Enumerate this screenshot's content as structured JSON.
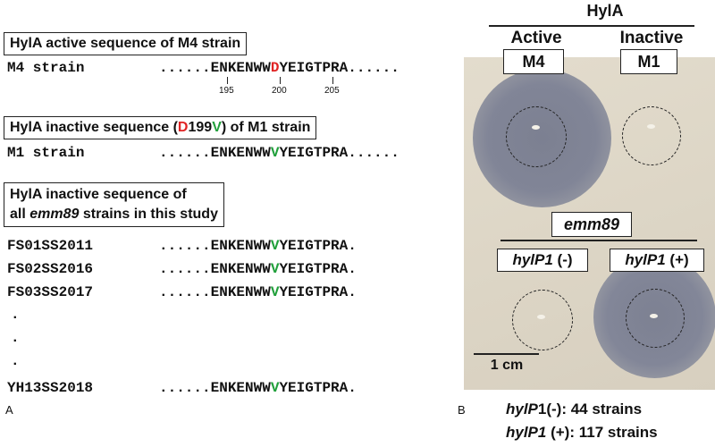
{
  "panel_a": {
    "letter": "A",
    "box1_title": "HylA active sequence of M4 strain",
    "m4_label": "M4 strain",
    "m4_seq": {
      "dots": "......",
      "pre": "ENKENWW",
      "mut": "D",
      "post": "YEIGTPRA",
      "end": "......"
    },
    "ticks": [
      "195",
      "200",
      "205"
    ],
    "box2_pre": "HylA inactive sequence (",
    "box2_red": "D",
    "box2_mid": "199",
    "box2_green": "V",
    "box2_post": ") of M1 strain",
    "m1_label": "M1 strain",
    "m1_seq": {
      "dots": "......",
      "pre": "ENKENWW",
      "mut": "V",
      "post": "YEIGTPRA",
      "end": "......"
    },
    "box3_line1": "HylA inactive sequence of",
    "box3_line2_pre": "all ",
    "box3_line2_em": "emm89",
    "box3_line2_post": " strains in this study",
    "strains": [
      {
        "name": "FS01SS2011",
        "dots": "......",
        "pre": "ENKENWW",
        "mut": "V",
        "post": "YEIGTPRA",
        "end": "."
      },
      {
        "name": "FS02SS2016",
        "dots": "......",
        "pre": "ENKENWW",
        "mut": "V",
        "post": "YEIGTPRA",
        "end": "."
      },
      {
        "name": "FS03SS2017",
        "dots": "......",
        "pre": "ENKENWW",
        "mut": "V",
        "post": "YEIGTPRA",
        "end": "."
      }
    ],
    "ellipsis": [
      "·",
      "·",
      "·"
    ],
    "last_strain": {
      "name": "YH13SS2018",
      "dots": "......",
      "pre": "ENKENWW",
      "mut": "V",
      "post": "YEIGTPRA",
      "end": "."
    }
  },
  "panel_b": {
    "letter": "B",
    "hyla_title": "HylA",
    "active_label": "Active",
    "inactive_label": "Inactive",
    "m4_box": "M4",
    "m1_box": "M1",
    "emm89_box": "emm89",
    "hylp1_neg_label": "hylP1",
    "hylp1_neg_sign": " (-)",
    "hylp1_pos_label": "hylP1",
    "hylp1_pos_sign": " (+)",
    "scale_label": "1 cm",
    "stat1_gene": "hylP",
    "stat1_rest": "1(-): 44 strains",
    "stat2_gene": "hylP1",
    "stat2_rest": " (+): 117 strains"
  },
  "colors": {
    "mutation_red": "#e02424",
    "mutation_green": "#22a03c",
    "halo": "#7f8393",
    "plate": "#ddd6c6"
  }
}
